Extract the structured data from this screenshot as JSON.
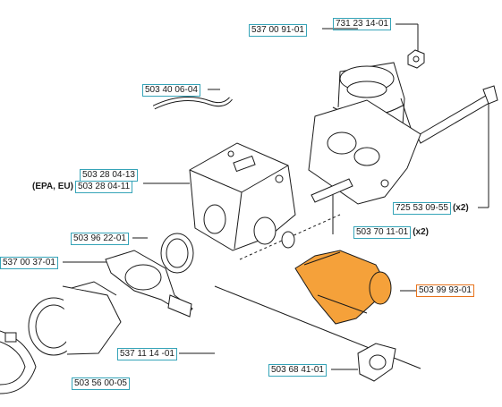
{
  "colors": {
    "callout_border": "#36a4b8",
    "highlight_border": "#e8731c",
    "highlight_fill": "#f5a13a",
    "line": "#1a1a1a"
  },
  "labels": {
    "p731231401": {
      "text": "731 23 14-01"
    },
    "p537009101": {
      "text": "537 00 91-01"
    },
    "p503400604": {
      "text": "503 40 06-04"
    },
    "p503280413": {
      "text": "503 28 04-13"
    },
    "p503280411": {
      "prefix": "(EPA, EU)",
      "text": "503 28 04-11"
    },
    "p725530955": {
      "text": "725 53 09-55",
      "suffix": "(x2)"
    },
    "p503701101": {
      "text": "503 70 11-01",
      "suffix": "(x2)"
    },
    "p503962201": {
      "text": "503 96 22-01"
    },
    "p537003701": {
      "text": "537 00 37-01"
    },
    "p503999301": {
      "text": "503 99 93-01",
      "highlighted": true
    },
    "p537111401": {
      "text": "537 11 14 -01"
    },
    "p503684101": {
      "text": "503 68 41-01"
    },
    "p503560005": {
      "text": "503 56 00-05"
    }
  }
}
